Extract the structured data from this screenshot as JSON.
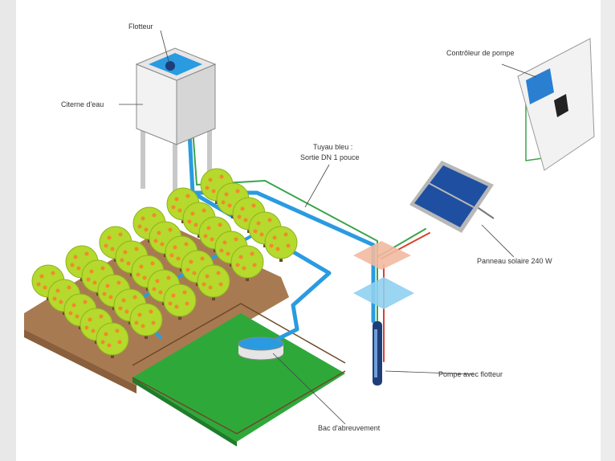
{
  "labels": {
    "float": "Flotteur",
    "tank": "Citerne d'eau",
    "pipe_line1": "Tuyau bleu :",
    "pipe_line2": "Sortie DN 1 pouce",
    "controller": "Contrôleur de pompe",
    "panel": "Panneau solaire 240 W",
    "pump": "Pompe avec flotteur",
    "trough": "Bac d'abreuvement"
  },
  "colors": {
    "pipe": "#2a9be0",
    "cable_green": "#3aa64a",
    "cable_red": "#d8412f",
    "grass": "#2fa83a",
    "tree": "#b5d92c",
    "fruit": "#f08a2c",
    "soil": "#a87a52",
    "panel": "#1f4fa0"
  }
}
